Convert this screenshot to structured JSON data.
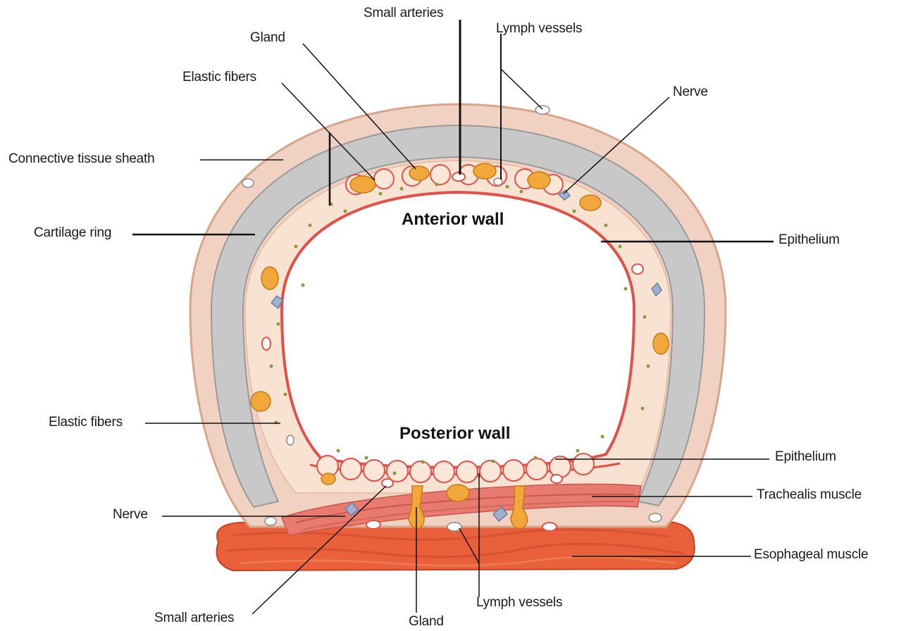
{
  "labels": {
    "small_arteries_top": "Small arteries",
    "gland_top": "Gland",
    "lymph_vessels_top": "Lymph vessels",
    "elastic_fibers_top": "Elastic fibers",
    "nerve_top": "Nerve",
    "connective_tissue_sheath": "Connective tissue sheath",
    "cartilage_ring": "Cartilage ring",
    "epithelium_top": "Epithelium",
    "anterior_wall": "Anterior wall",
    "posterior_wall": "Posterior wall",
    "elastic_fibers_bottom": "Elastic fibers",
    "epithelium_bottom": "Epithelium",
    "trachealis_muscle": "Trachealis muscle",
    "nerve_bottom": "Nerve",
    "esophageal_muscle": "Esophageal muscle",
    "small_arteries_bottom": "Small arteries",
    "gland_bottom": "Gland",
    "lymph_vessels_bottom": "Lymph vessels"
  },
  "colors": {
    "cartilage": "#c8c8c8",
    "sheath": "#f1d2c2",
    "submucosa": "#f8e2d2",
    "epithelium": "#e2504a",
    "gland": "#f2a73a",
    "nerve": "#9fb0cf",
    "esophageal_muscle": "#e9603a",
    "trachealis_muscle": "#e87a70",
    "dots": "#8a9a3a"
  }
}
